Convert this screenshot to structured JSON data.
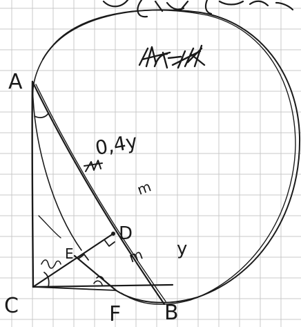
{
  "sheet": {
    "paper_color": "#ffffff",
    "grid_color": "#c9c9c9",
    "ink_color": "#1a1a1a"
  },
  "diagram": {
    "point_labels": {
      "A": "A",
      "B": "B",
      "C": "C",
      "D": "D",
      "E": "E",
      "F": "F"
    },
    "annotations": {
      "segment_value": "0,4y",
      "var_y_right": "y",
      "var_m_center": "m",
      "var_m_lower": "m"
    }
  }
}
